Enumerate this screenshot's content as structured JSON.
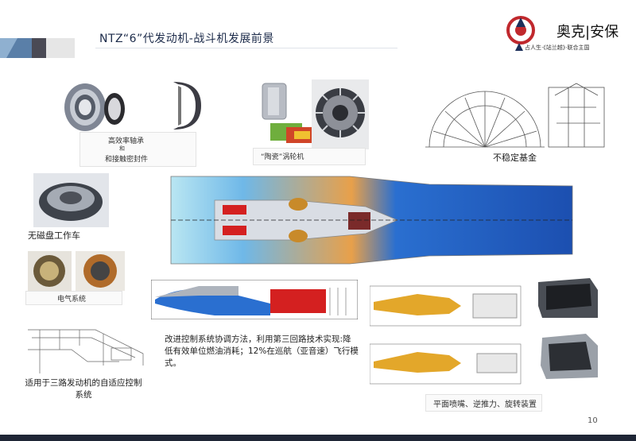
{
  "slide": {
    "title": "NTZ“6”代发动机-战斗机发展前景",
    "page_number": "10"
  },
  "logo": {
    "brand": "奥克|安保",
    "subtitle": "占人生·《站兰越》·联合主国"
  },
  "labels": {
    "bearing_line1": "高效率轴承",
    "bearing_line2": "和",
    "bearing_line3": "和接触密封件",
    "ceramic_turbine": "“陶瓷”涡轮机",
    "unstable_base": "不稳定基金",
    "bladeless_disk": "无磁盘工作车",
    "electric_system": "电气系统",
    "adaptive_control": "适用于三路发动机的自适应控制系统",
    "improved_control": "改进控制系统协调方法，利用第三回路技术实现:降低有效单位燃油消耗；12%在巡航（亚音速）飞行模式。",
    "nozzle": "平面喷嘴、逆推力、旋转装置"
  },
  "colors": {
    "title": "#1c2b4a",
    "engine_blue": "#2a6fd0",
    "engine_orange": "#e38a25",
    "engine_red": "#d42020",
    "footer_bar": "#1f2636"
  }
}
